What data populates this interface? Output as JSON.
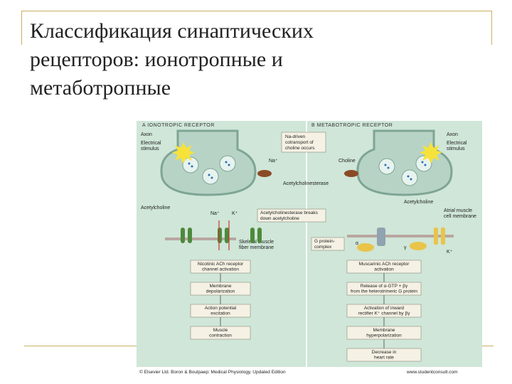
{
  "slide": {
    "title_lines": [
      "Классификация синаптических",
      "рецепторов: ионотропные и",
      "метаботропные"
    ]
  },
  "figure": {
    "panel_a_heading": "A  IONOTROPIC RECEPTOR",
    "panel_b_heading": "B  METABOTROPIC RECEPTOR",
    "left_labels": {
      "axon": "Axon",
      "electrical_stimulus_1": "Electrical",
      "electrical_stimulus_2": "stimulus",
      "acetylcholine": "Acetylcholine",
      "na_plus": "Na⁺",
      "k_plus": "K⁺",
      "skeletal_muscle_1": "Skeletal muscle",
      "skeletal_muscle_2": "fiber membrane"
    },
    "center_labels": {
      "na_cotransport_1": "Na-driven",
      "na_cotransport_2": "cotransport of",
      "na_cotransport_3": "choline occurs",
      "na_plus": "Na⁺",
      "choline": "Choline",
      "acetylcholinesterase": "Acetylcholinesterase",
      "ache_breaks_1": "Acetylcholinesterase breaks",
      "ache_breaks_2": "down acetylcholine"
    },
    "right_labels": {
      "axon": "Axon",
      "electrical_stimulus_1": "Electrical",
      "electrical_stimulus_2": "stimulus",
      "acetylcholine": "Acetylcholine",
      "atrial_1": "Atrial muscle",
      "atrial_2": "cell membrane",
      "g_protein_1": "G protein-",
      "g_protein_2": "complex",
      "alpha": "α",
      "gamma": "γ",
      "k_plus": "K⁺"
    },
    "left_flow": [
      [
        "Nicotinic ACh receptor",
        "channel activation"
      ],
      [
        "Membrane",
        "depolarization"
      ],
      [
        "Action potential",
        "excitation"
      ],
      [
        "Muscle",
        "contraction"
      ]
    ],
    "right_flow": [
      [
        "Muscarinic ACh receptor",
        "activation"
      ],
      [
        "Release of α-GTP + βγ",
        "from the heterotrimeric G protein"
      ],
      [
        "Activation of inward",
        "rectifier K⁺ channel by βγ"
      ],
      [
        "Membrane",
        "hyperpolarization"
      ],
      [
        "Decrease in",
        "heart rate"
      ]
    ],
    "footer_left": "© Elsevier Ltd. Boron & Boulpaep: Medical Physiology, Updated Edition",
    "footer_right": "www.studentconsult.com",
    "colors": {
      "background": "#cfe6d8",
      "panel": "#d9ede2",
      "terminal": "#b7d3c6",
      "terminal_edge": "#7fa594",
      "vesicle": "#e7f3ef",
      "box": "#f5f1e4",
      "box_edge": "#8a8a7a",
      "yellow_burst": "#f7e23a",
      "receptor_green": "#4d8a3c",
      "receptor_yellow": "#e9c44a",
      "arrow_red": "#c0392b"
    }
  }
}
